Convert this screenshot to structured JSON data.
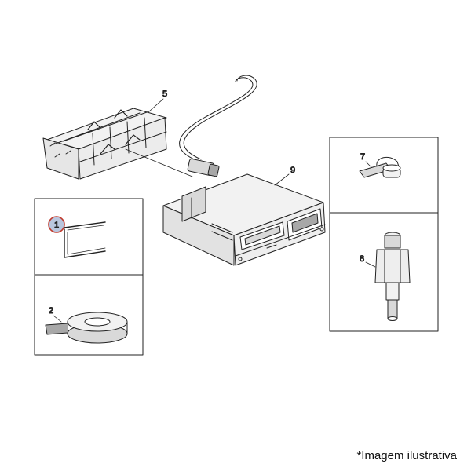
{
  "callouts": {
    "c1": "1",
    "c2": "2",
    "c5": "5",
    "c7": "7",
    "c8": "8",
    "c9": "9"
  },
  "caption": "*Imagem ilustrativa",
  "colors": {
    "line": "#222222",
    "fill_light": "#f2f2f2",
    "fill_mid": "#d9d9d9",
    "fill_dark": "#a8a8a8",
    "highlight_ring": "#c0392b",
    "highlight_fill": "#b9c6de"
  }
}
